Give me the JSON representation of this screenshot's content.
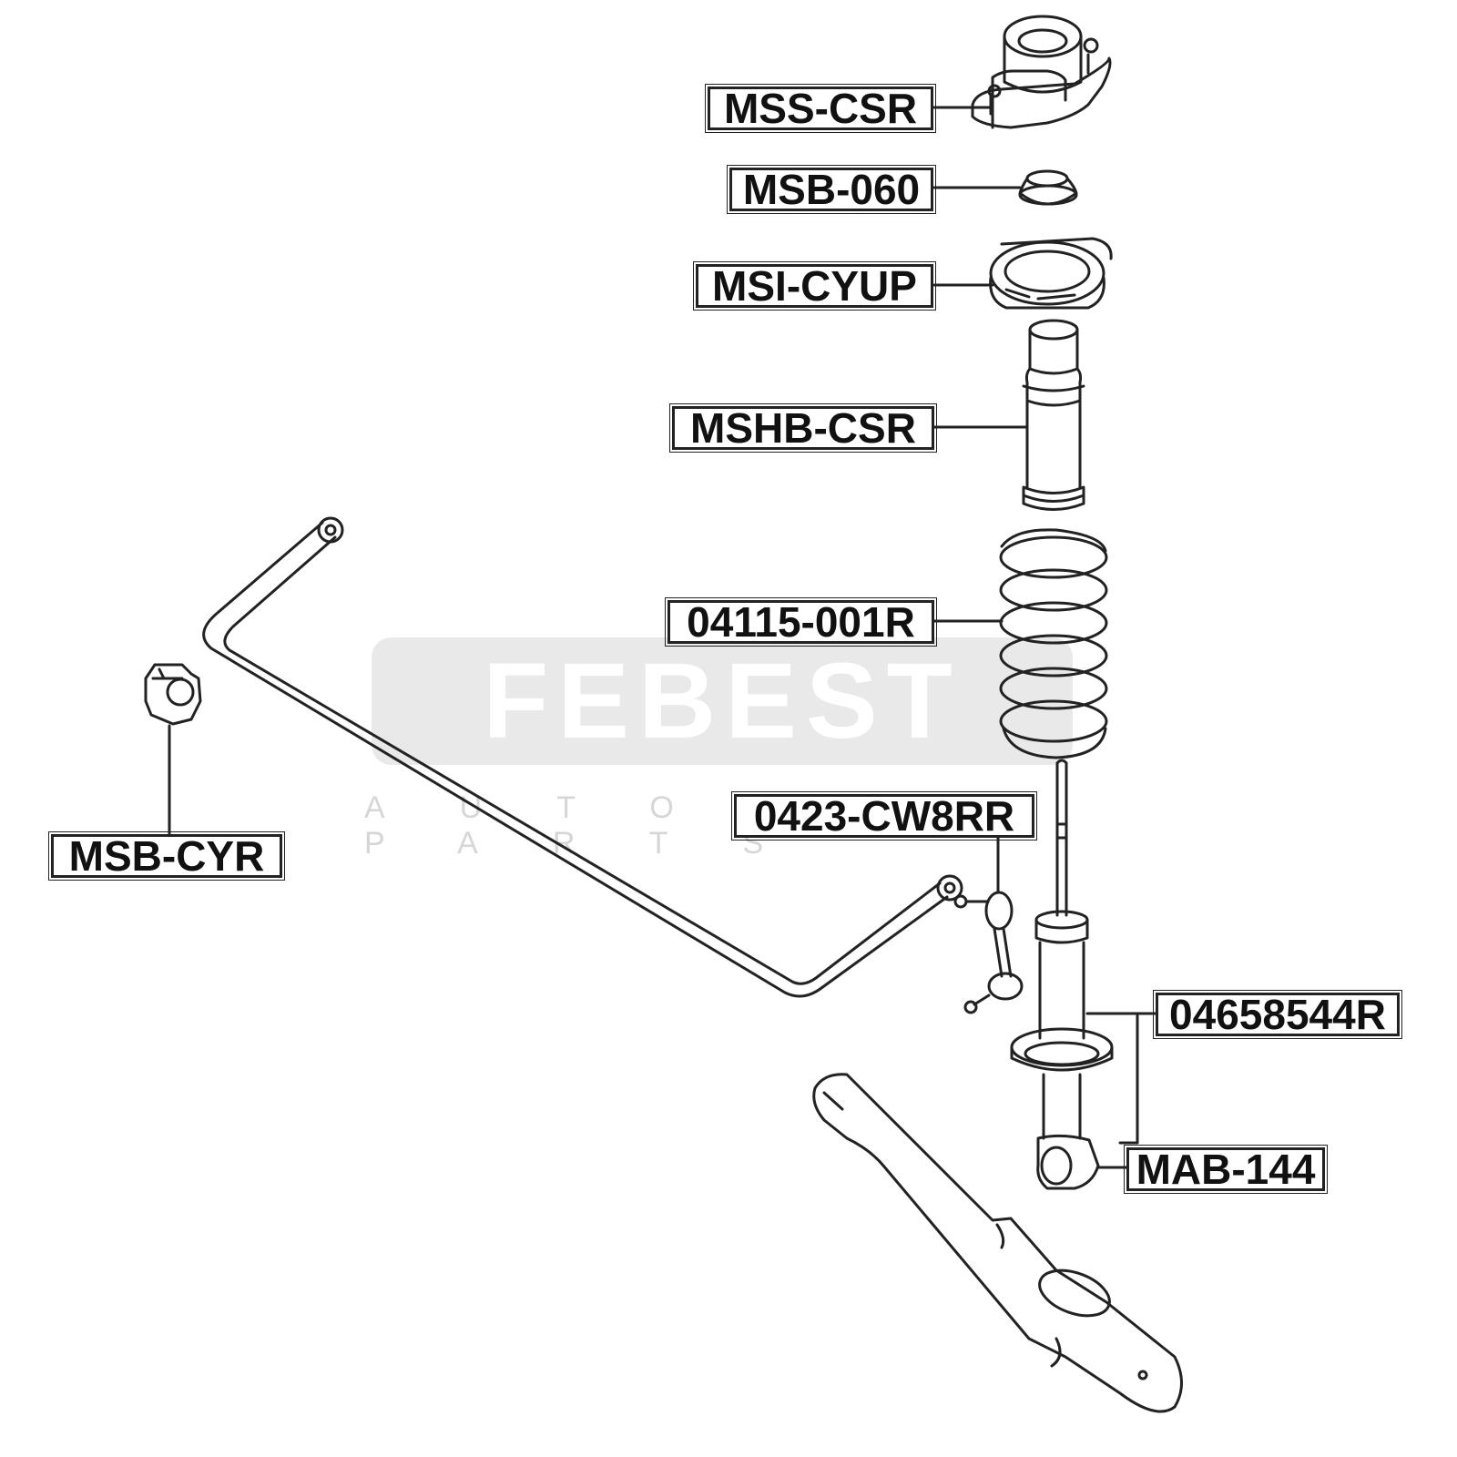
{
  "watermark": {
    "brand": "FEBEST",
    "subtitle": "AUTO PARTS"
  },
  "labels": {
    "mss_csr": "MSS-CSR",
    "msb_060": "MSB-060",
    "msi_cyup": "MSI-CYUP",
    "mshb_csr": "MSHB-CSR",
    "spring": "04115-001R",
    "link": "0423-CW8RR",
    "msb_cyr": "MSB-CYR",
    "shock": "04658544R",
    "mab_144": "MAB-144"
  },
  "colors": {
    "line": "#222222",
    "watermark_bg": "#e9e9e9",
    "background": "#ffffff"
  }
}
